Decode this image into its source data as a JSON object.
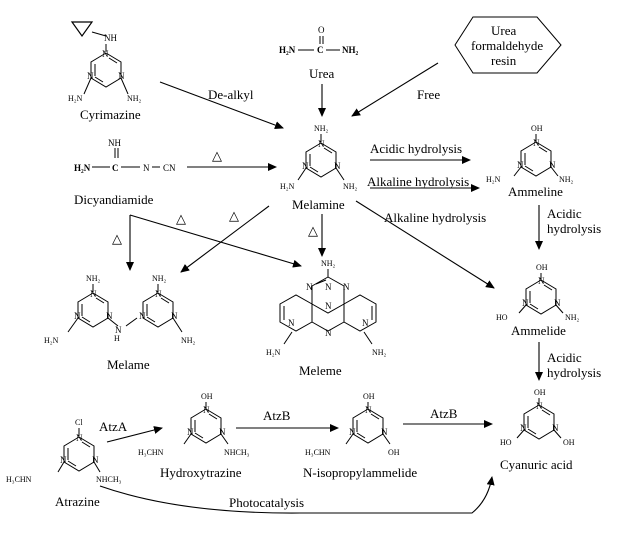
{
  "compounds": {
    "cyrimazine": "Cyrimazine",
    "urea": "Urea",
    "resin_line1": "Urea",
    "resin_line2": "formaldehyde",
    "resin_line3": "resin",
    "dicyandiamide": "Dicyandiamide",
    "melamine": "Melamine",
    "ammeline": "Ammeline",
    "ammelide": "Ammelide",
    "melame": "Melame",
    "meleme": "Meleme",
    "atrazine": "Atrazine",
    "hydroxytrazine": "Hydroxytrazine",
    "n_isopropylammelide": "N-isopropylammelide",
    "cyanuric_acid": "Cyanuric acid"
  },
  "conditions": {
    "dealkyl": "De-alkyl",
    "free": "Free",
    "acidic_hydrolysis": "Acidic hydrolysis",
    "alkaline_hydrolysis": "Alkaline hydrolysis",
    "alkaline_hydrolysis_2": "Alkaline hydrolysis",
    "acidic": "Acidic",
    "hydrolysis": "hydrolysis",
    "heat": "△",
    "atza": "AtzA",
    "atzb": "AtzB",
    "photocatalysis": "Photocatalysis"
  },
  "atoms": {
    "N": "N",
    "NH": "NH",
    "NH2": "NH₂",
    "H2N": "H₂N",
    "OH": "OH",
    "HO": "HO",
    "O": "O",
    "C": "C",
    "CN": "CN",
    "Cl": "Cl",
    "NHCH3": "NHCH₃",
    "H3CHN": "H₃CHN"
  }
}
